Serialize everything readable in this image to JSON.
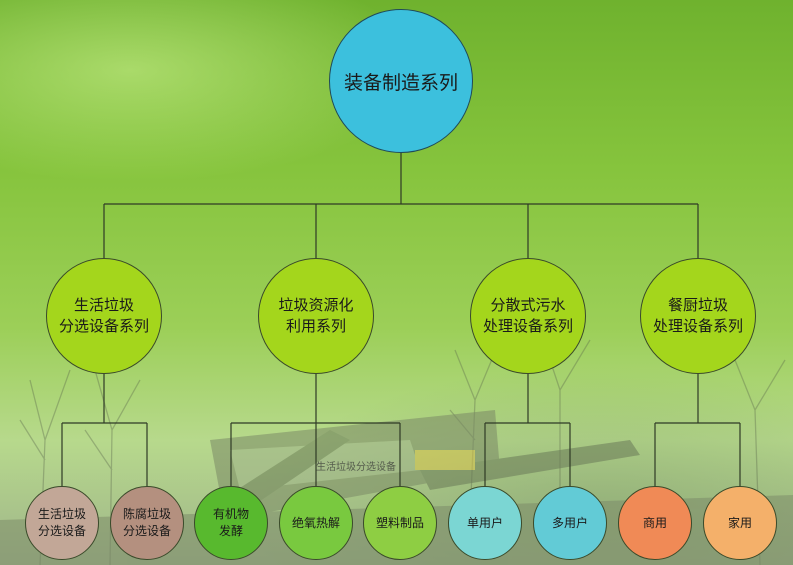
{
  "root": {
    "label": "装备制造系列"
  },
  "photo_sign": "生活垃圾分选设备",
  "categories": [
    {
      "label": "生活垃圾\n分选设备系列",
      "color": "#a4d61c",
      "children": [
        {
          "label": "生活垃圾\n分选设备",
          "color": "#c2a797"
        },
        {
          "label": "陈腐垃圾\n分选设备",
          "color": "#b4907f"
        }
      ]
    },
    {
      "label": "垃圾资源化\n利用系列",
      "color": "#a4d61c",
      "children": [
        {
          "label": "有机物\n发酵",
          "color": "#58b92e"
        },
        {
          "label": "绝氧热解",
          "color": "#79c93f"
        },
        {
          "label": "塑料制品",
          "color": "#8ece43"
        }
      ]
    },
    {
      "label": "分散式污水\n处理设备系列",
      "color": "#a4d61c",
      "children": [
        {
          "label": "单用户",
          "color": "#7bd6d3"
        },
        {
          "label": "多用户",
          "color": "#62cbd6"
        }
      ]
    },
    {
      "label": "餐厨垃圾\n处理设备系列",
      "color": "#a4d61c",
      "children": [
        {
          "label": "商用",
          "color": "#f08a56"
        },
        {
          "label": "家用",
          "color": "#f4b06a"
        }
      ]
    }
  ]
}
